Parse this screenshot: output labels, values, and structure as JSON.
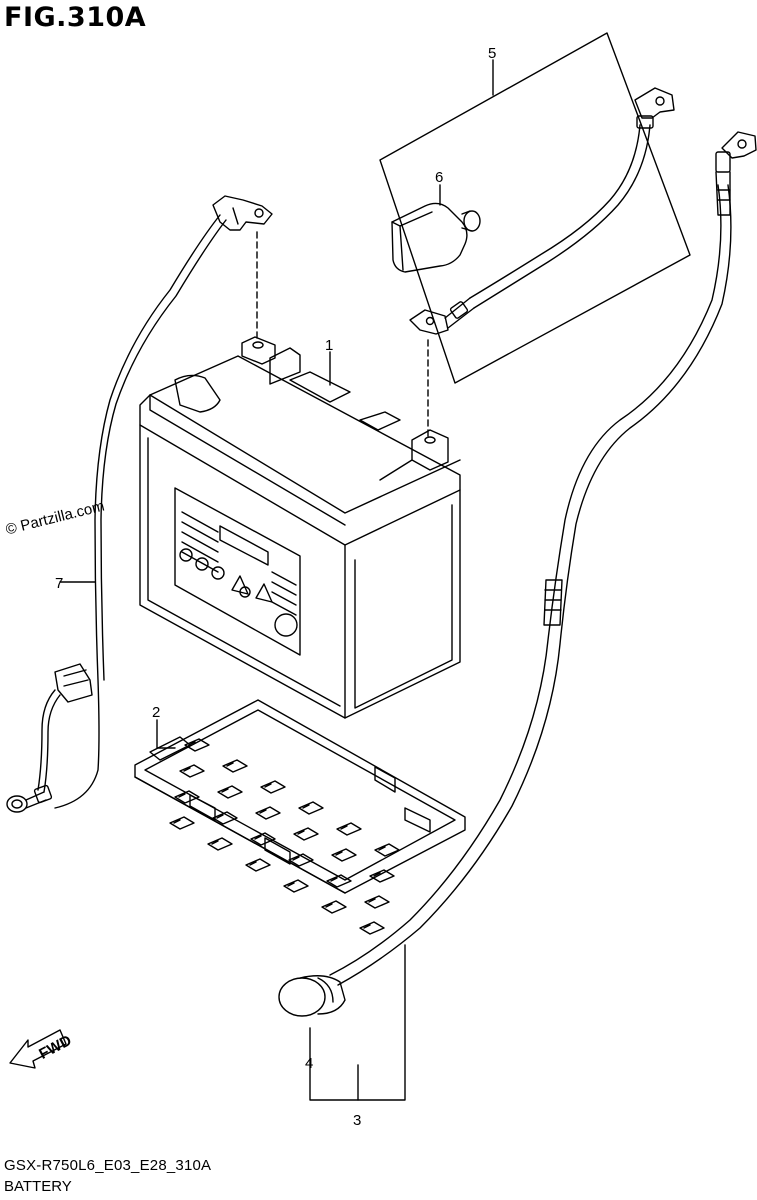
{
  "figure": {
    "title": "FIG.310A",
    "code": "GSX-R750L6_E03_E28_310A",
    "name": "BATTERY",
    "watermark": "© Partzilla.com",
    "direction_marker": "FWD"
  },
  "callouts": [
    {
      "id": "callout-1",
      "number": "1"
    },
    {
      "id": "callout-2",
      "number": "2"
    },
    {
      "id": "callout-3",
      "number": "3"
    },
    {
      "id": "callout-4",
      "number": "4"
    },
    {
      "id": "callout-5",
      "number": "5"
    },
    {
      "id": "callout-6",
      "number": "6"
    },
    {
      "id": "callout-7",
      "number": "7"
    }
  ],
  "colors": {
    "line": "#000000",
    "background": "#ffffff"
  }
}
